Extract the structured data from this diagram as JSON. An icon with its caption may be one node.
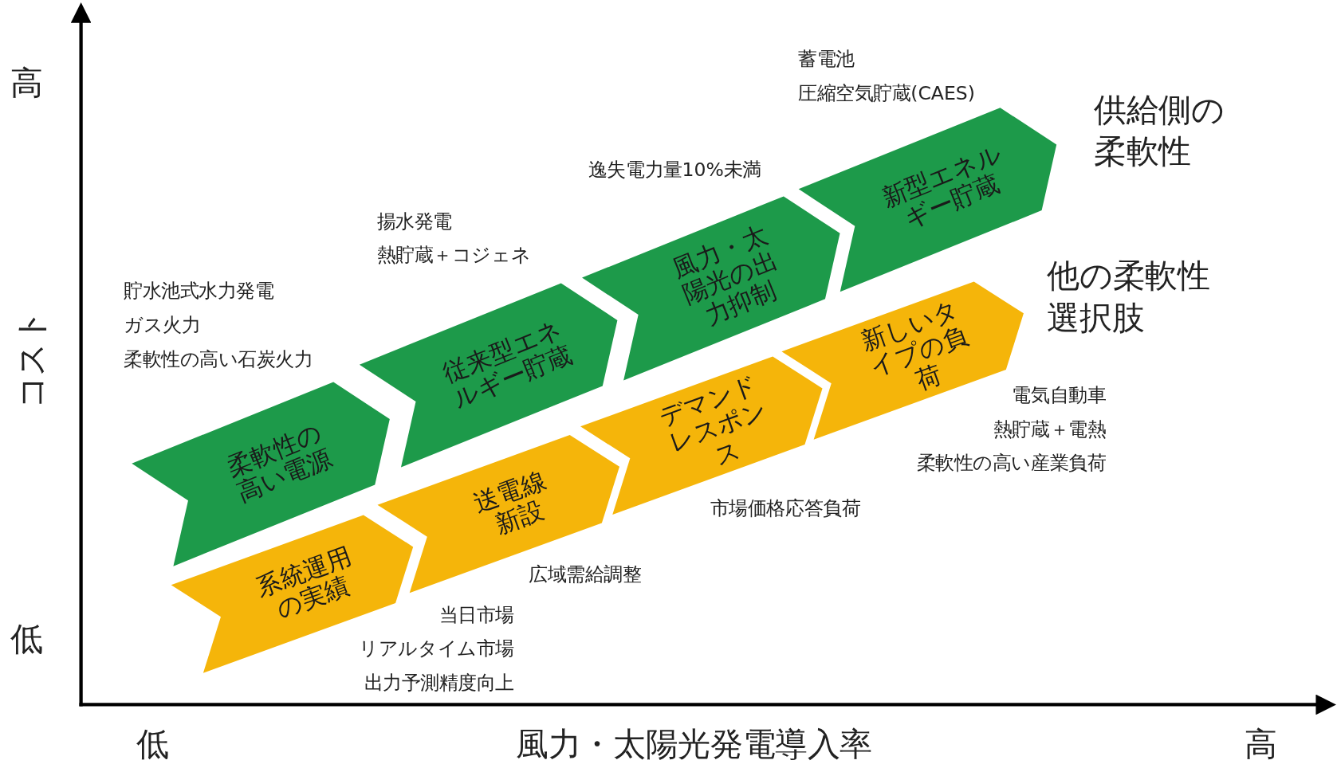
{
  "diagram": {
    "nodes": [
      {
        "text": [
          "柔軟性の高い電源"
        ],
        "beside": [
          "貯水池式水力発電",
          "ガス火力",
          "柔軟性の高い石炭火力"
        ]
      },
      {
        "text": [
          "従来型エネルギー貯蔵"
        ],
        "beside": [
          "揚水発電",
          "熱貯蔵＋コジェネ"
        ]
      },
      {
        "text": [
          "風力・太陽光の出力抑制"
        ],
        "beside": [
          "逸失電力量10%未満"
        ]
      },
      {
        "text": [
          "新型エネルギー貯蔵"
        ],
        "beside": [
          "蓄電池",
          "圧縮空気貯蔵(CAES)"
        ]
      },
      {
        "text": [
          "系統運用の実績"
        ],
        "beside": [
          "当日市場",
          "リアルタイム市場",
          "出力予測精度向上"
        ]
      },
      {
        "text": [
          "送電線新設"
        ],
        "beside": [
          "広域需給調整"
        ]
      },
      {
        "text": [
          "デマンドレスポンス"
        ],
        "beside": [
          "市場価格応答負荷"
        ]
      },
      {
        "text": [
          "新しいタイプの負荷"
        ],
        "beside": [
          "電気自動車",
          "熱貯蔵＋電熱",
          "柔軟性の高い産業負荷"
        ]
      }
    ],
    "labels": [
      "高",
      "供給側の柔軟性",
      "他の柔軟性選択肢",
      "コスト",
      "低",
      "低",
      "風力・太陽光発電導入率",
      "高"
    ]
  }
}
